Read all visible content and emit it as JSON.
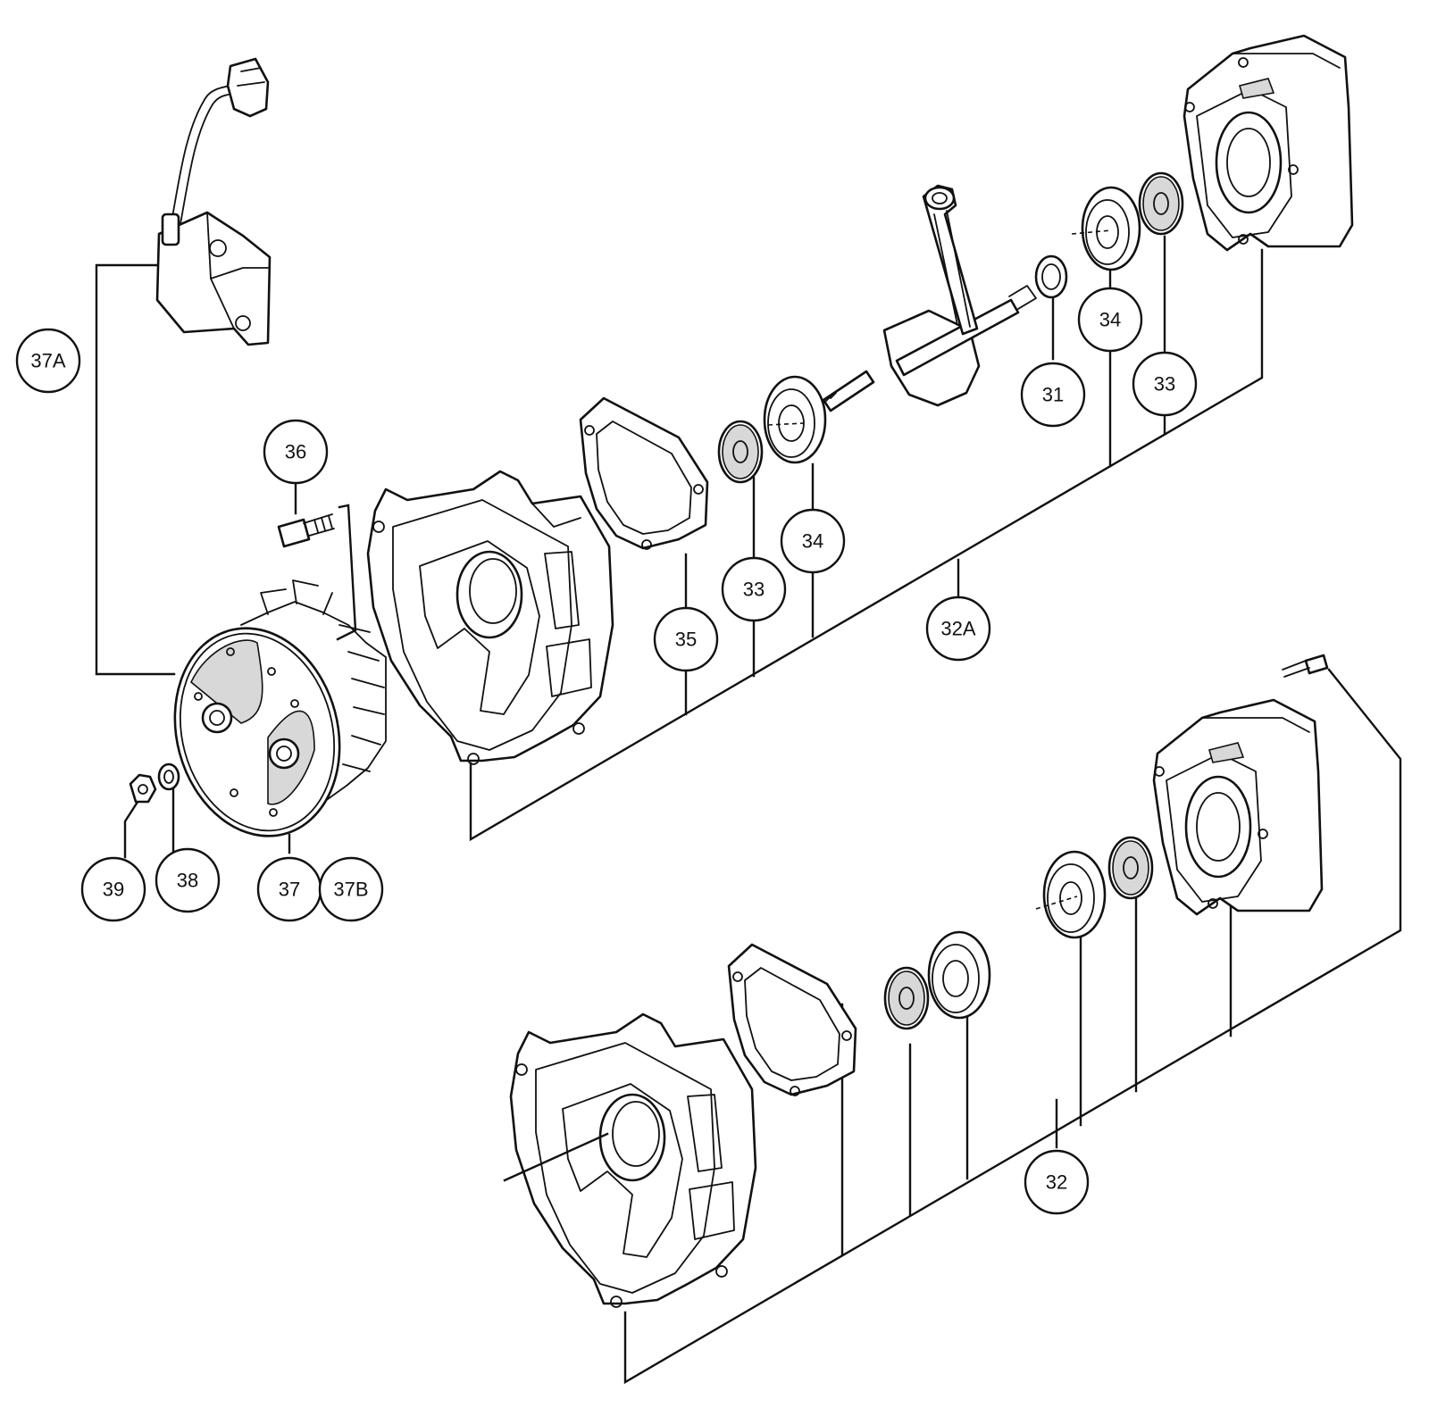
{
  "callouts": {
    "c31": "31",
    "c32": "32",
    "c32a": "32A",
    "c33_upper_right": "33",
    "c33_upper_left": "33",
    "c34_upper_right": "34",
    "c34_upper_left": "34",
    "c35": "35",
    "c36": "36",
    "c37": "37",
    "c37a": "37A",
    "c37b": "37B",
    "c38": "38",
    "c39": "39"
  }
}
